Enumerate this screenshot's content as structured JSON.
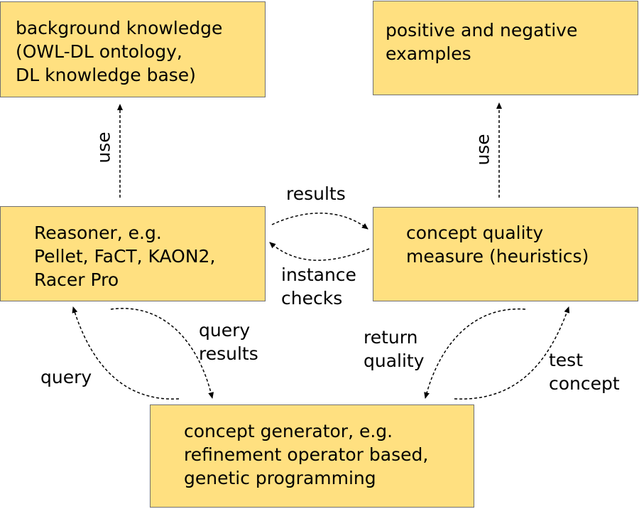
{
  "nodes": {
    "background": {
      "lines": [
        "background knowledge",
        "(OWL-DL ontology,",
        "DL knowledge base)"
      ]
    },
    "examples": {
      "lines": [
        "positive and negative",
        "examples"
      ]
    },
    "reasoner": {
      "lines": [
        "Reasoner, e.g.",
        "Pellet, FaCT, KAON2,",
        "Racer Pro"
      ]
    },
    "quality": {
      "lines": [
        "concept quality",
        "measure (heuristics)"
      ]
    },
    "generator": {
      "lines": [
        "concept generator, e.g.",
        "refinement operator based,",
        "genetic programming"
      ]
    }
  },
  "edges": {
    "use_left": "use",
    "use_right": "use",
    "results": "results",
    "instance_checks": [
      "instance",
      "checks"
    ],
    "query": "query",
    "query_results": [
      "query",
      "results"
    ],
    "return_quality": [
      "return",
      "quality"
    ],
    "test_concept": [
      "test",
      "concept"
    ]
  },
  "colors": {
    "box_fill": "#ffe080",
    "box_border": "#707070",
    "arrow": "#000000"
  }
}
